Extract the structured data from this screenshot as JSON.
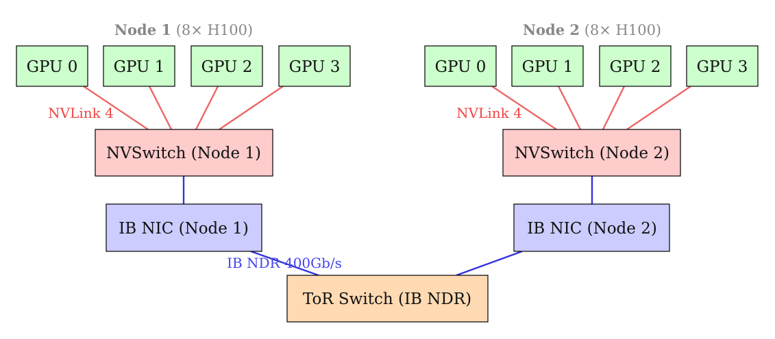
{
  "colors": {
    "gpu_fill": "#ccffcc",
    "nvswitch_fill": "#ffcccc",
    "nic_fill": "#ccccff",
    "tor_fill": "#ffdab3",
    "nvlink_line": "#ee6666",
    "ib_line": "#3333dd",
    "nvlink_label": "#ee4444",
    "ib_label": "#4444ee",
    "node_title": "#888888",
    "box_stroke": "#000000"
  },
  "nodes": [
    {
      "title_bold": "Node 1",
      "title_rest": " (8× H100)",
      "gpus": [
        "GPU 0",
        "GPU 1",
        "GPU 2",
        "GPU 3"
      ],
      "nvswitch": "NVSwitch (Node 1)",
      "nic": "IB NIC (Node 1)",
      "nvlink_label": "NVLink 4"
    },
    {
      "title_bold": "Node 2",
      "title_rest": " (8× H100)",
      "gpus": [
        "GPU 0",
        "GPU 1",
        "GPU 2",
        "GPU 3"
      ],
      "nvswitch": "NVSwitch (Node 2)",
      "nic": "IB NIC (Node 2)",
      "nvlink_label": "NVLink 4"
    }
  ],
  "tor_switch": "ToR Switch (IB NDR)",
  "ib_link_label": "IB NDR 400Gb/s"
}
